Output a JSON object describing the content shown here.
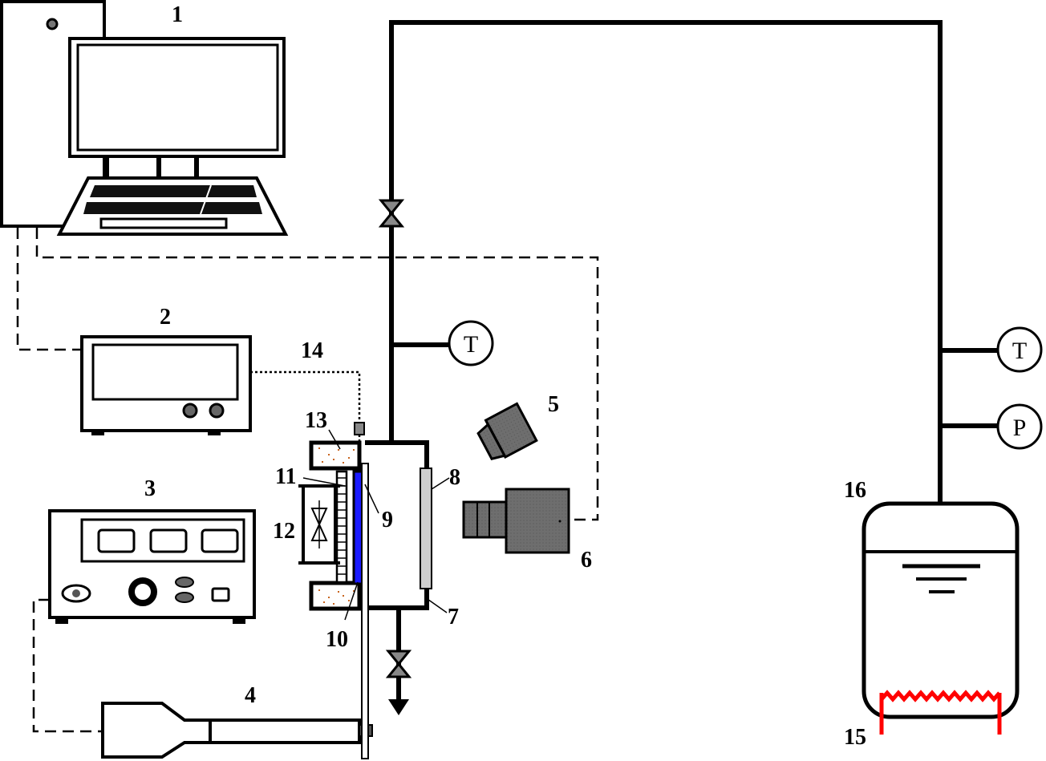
{
  "labels": {
    "computer": "1",
    "controller": "2",
    "power_supply": "3",
    "handle_probe": "4",
    "light_source": "5",
    "camera": "6",
    "chamber": "7",
    "window": "8",
    "plate": "9",
    "heater_film": "10",
    "fin": "11",
    "fan": "12",
    "insulation": "13",
    "thermocouple": "14",
    "heater_coil": "15",
    "tank": "16"
  },
  "gauges": {
    "chamber_temperature": "T",
    "tank_temperature": "T",
    "tank_pressure": "P"
  },
  "colors": {
    "line": "#000000",
    "device_gray": "#6e6e6e",
    "heater_film": "#1a1aff",
    "heater_coil": "#ff0000",
    "insulation_dots": "#c8641e"
  },
  "icons": [
    "valve-icon",
    "fan-icon",
    "arrow-down-icon",
    "monitor-icon",
    "keyboard-icon"
  ]
}
